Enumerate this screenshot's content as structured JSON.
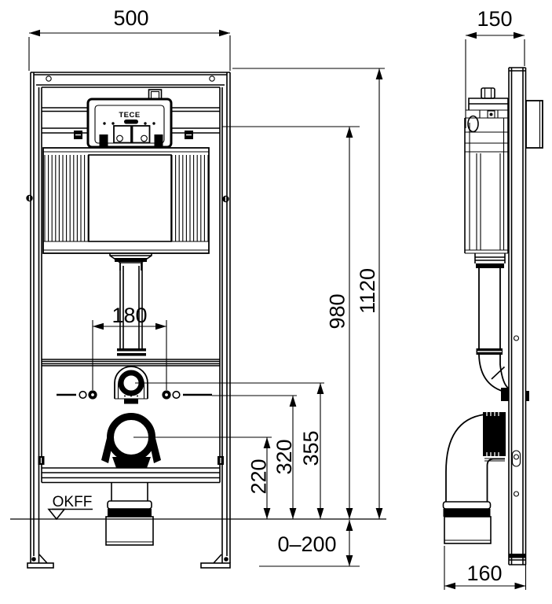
{
  "labels": {
    "brand": "TECE",
    "floor_level": "OKFF"
  },
  "dimensions": {
    "frame_width": "500",
    "frame_depth": "150",
    "frame_height": "1120",
    "cistern_top_height": "980",
    "flush_bolt_spacing": "180",
    "flush_pipe_height": "355",
    "threaded_rod_height": "320",
    "drain_center_height": "220",
    "floor_buildup_range": "0–200",
    "drain_offset_depth": "160"
  },
  "colors": {
    "line": "#000000",
    "background": "#ffffff"
  }
}
